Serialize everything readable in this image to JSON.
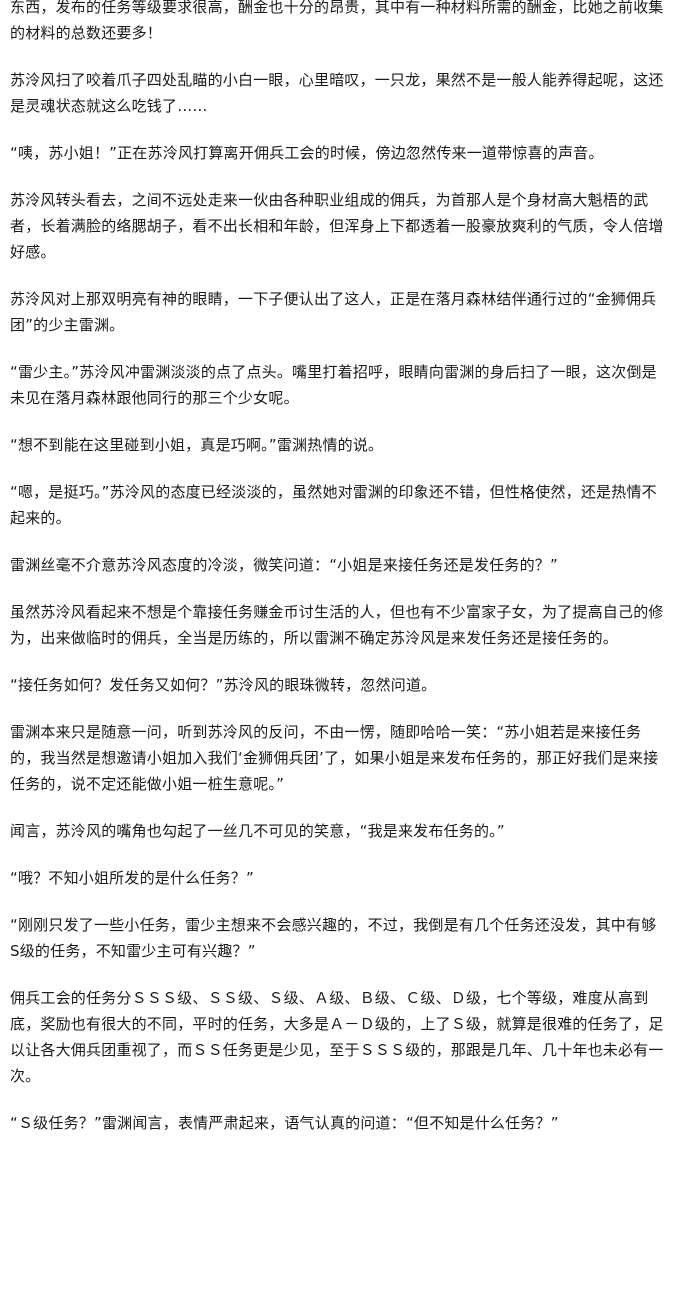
{
  "paragraphs": [
    "东西，发布的任务等级要求很高，酬金也十分的昂贵，其中有一种材料所需的酬金，比她之前收集的材料的总数还要多！",
    "苏泠风扫了咬着爪子四处乱瞄的小白一眼，心里暗叹，一只龙，果然不是一般人能养得起呢，这还是灵魂状态就这么吃钱了……",
    "“咦，苏小姐！”正在苏泠风打算离开佣兵工会的时候，傍边忽然传来一道带惊喜的声音。",
    "苏泠风转头看去，之间不远处走来一伙由各种职业组成的佣兵，为首那人是个身材高大魁梧的武者，长着满脸的络腮胡子，看不出长相和年龄，但浑身上下都透着一股豪放爽利的气质，令人倍增好感。",
    "苏泠风对上那双明亮有神的眼睛，一下子便认出了这人，正是在落月森林结伴通行过的“金狮佣兵团”的少主雷渊。",
    "“雷少主。”苏泠风冲雷渊淡淡的点了点头。嘴里打着招呼，眼睛向雷渊的身后扫了一眼，这次倒是未见在落月森林跟他同行的那三个少女呢。",
    "“想不到能在这里碰到小姐，真是巧啊。”雷渊热情的说。",
    "“嗯，是挺巧。”苏泠风的态度已经淡淡的，虽然她对雷渊的印象还不错，但性格使然，还是热情不起来的。",
    "雷渊丝毫不介意苏泠风态度的冷淡，微笑问道：“小姐是来接任务还是发任务的？”",
    "虽然苏泠风看起来不想是个靠接任务赚金币讨生活的人，但也有不少富家子女，为了提高自己的修为，出来做临时的佣兵，全当是历练的，所以雷渊不确定苏泠风是来发任务还是接任务的。",
    "“接任务如何？发任务又如何？”苏泠风的眼珠微转，忽然问道。",
    "雷渊本来只是随意一问，听到苏泠风的反问，不由一愣，随即哈哈一笑：“苏小姐若是来接任务的，我当然是想邀请小姐加入我们‘金狮佣兵团’了，如果小姐是来发布任务的，那正好我们是来接任务的，说不定还能做小姐一桩生意呢。”",
    "闻言，苏泠风的嘴角也勾起了一丝几不可见的笑意，“我是来发布任务的。”",
    "“哦？不知小姐所发的是什么任务？”",
    "“刚刚只发了一些小任务，雷少主想来不会感兴趣的，不过，我倒是有几个任务还没发，其中有够 S级的任务，不知雷少主可有兴趣？”",
    "佣兵工会的任务分ＳＳＳ级、ＳＳ级、Ｓ级、Ａ级、Ｂ级、Ｃ级、Ｄ级，七个等级，难度从高到底，奖励也有很大的不同，平时的任务，大多是Ａ－Ｄ级的，上了Ｓ级，就算是很难的任务了，足以让各大佣兵团重视了，而ＳＳ任务更是少见，至于ＳＳＳ级的，那跟是几年、几十年也未必有一次。",
    "“Ｓ级任务？”雷渊闻言，表情严肃起来，语气认真的问道：“但不知是什么任务？”"
  ]
}
